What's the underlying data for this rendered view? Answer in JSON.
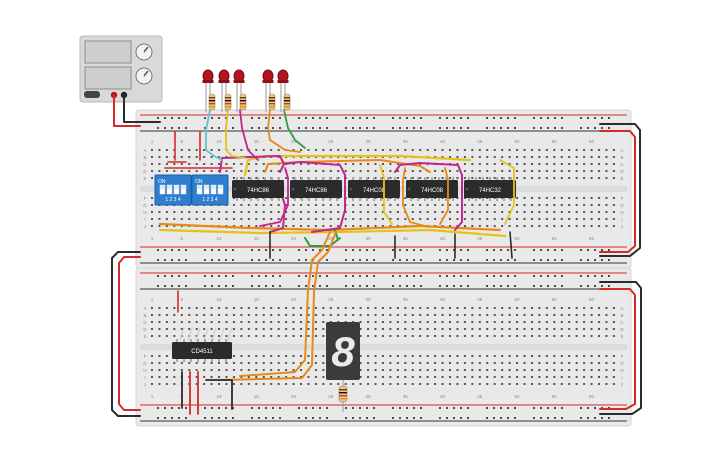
{
  "colors": {
    "background": "#ffffff",
    "breadboard": "#e9e9e9",
    "rail_red": "#d8262e",
    "rail_dark": "#333333",
    "chip_body": "#2b2b2b",
    "chip_text": "#ffffff",
    "dip_switch": "#2f7fd0",
    "led_red": "#b3141c",
    "wire_red": "#d42a2a",
    "wire_black": "#2c2c2c",
    "wire_orange": "#e88a19",
    "wire_yellow": "#e3c318",
    "wire_magenta": "#c2268f",
    "wire_green": "#2ea043",
    "wire_cyan": "#62c3cf",
    "seven_segment": "#3b3b3b",
    "segment_text": "#eaeaea",
    "power_supply": "#dadada"
  },
  "switches": [
    {
      "label": "ON",
      "pins": "1 2 3 4"
    },
    {
      "label": "ON",
      "pins": "1 2 3 4"
    }
  ],
  "chips_top": [
    "74HC86",
    "74HC86",
    "74HC08",
    "74HC08",
    "74HC32"
  ],
  "chip_bottom": "CD4511",
  "display": {
    "digit": "8"
  },
  "board_top": {
    "rows_left": [
      "A",
      "B",
      "C",
      "D",
      "E",
      "F",
      "G",
      "H",
      "I",
      "J"
    ],
    "column_numbers": [
      "1",
      "5",
      "10",
      "15",
      "20",
      "25",
      "30",
      "35",
      "40",
      "45",
      "50",
      "55",
      "60"
    ]
  },
  "board_bottom": {
    "rows_left": [
      "A",
      "B",
      "C",
      "D",
      "E",
      "F",
      "G",
      "H",
      "I",
      "J"
    ],
    "column_numbers": [
      "1",
      "5",
      "10",
      "15",
      "20",
      "25",
      "30",
      "35",
      "40",
      "45",
      "50",
      "55",
      "60"
    ]
  },
  "icons": {
    "power_supply": "power-supply-icon",
    "led": "led-icon",
    "resistor": "resistor-icon"
  }
}
